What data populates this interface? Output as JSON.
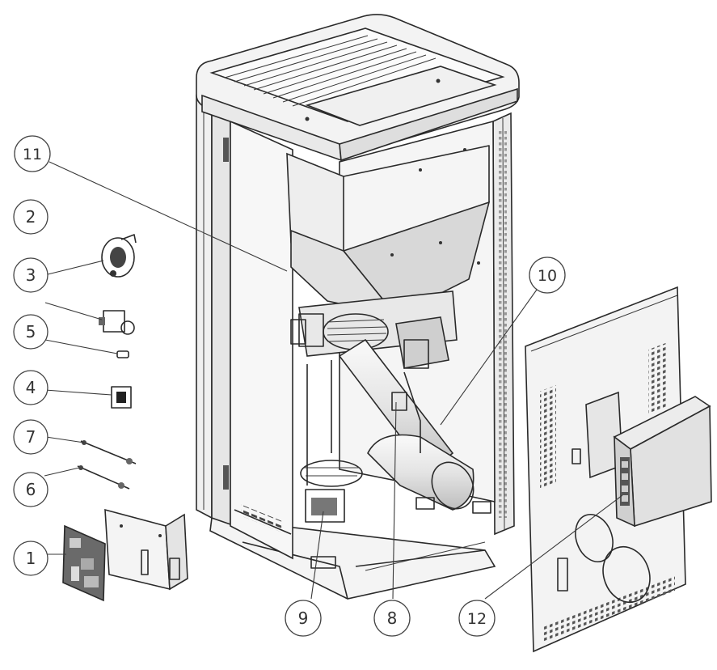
{
  "diagram": {
    "callouts": [
      {
        "id": "c1",
        "label": "1"
      },
      {
        "id": "c2",
        "label": "2"
      },
      {
        "id": "c3",
        "label": "3"
      },
      {
        "id": "c4",
        "label": "4"
      },
      {
        "id": "c5",
        "label": "5"
      },
      {
        "id": "c6",
        "label": "6"
      },
      {
        "id": "c7",
        "label": "7"
      },
      {
        "id": "c8",
        "label": "8"
      },
      {
        "id": "c9",
        "label": "9"
      },
      {
        "id": "c10",
        "label": "10"
      },
      {
        "id": "c11",
        "label": "11"
      },
      {
        "id": "c12",
        "label": "12"
      }
    ]
  },
  "colors": {
    "line": "#2a2a2a",
    "panel": "#f2f2f2",
    "shade": "#d6d6d6",
    "dark": "#555555"
  },
  "icons": [
    "exploded-stove-drawing",
    "grille-icon",
    "perforation-pattern"
  ]
}
